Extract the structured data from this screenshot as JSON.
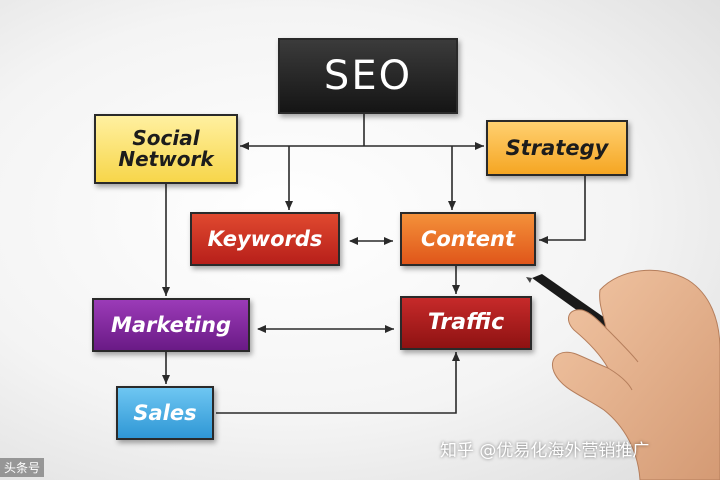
{
  "diagram": {
    "nodes": {
      "seo": "SEO",
      "social_network": "Social\nNetwork",
      "strategy": "Strategy",
      "keywords": "Keywords",
      "content": "Content",
      "marketing": "Marketing",
      "traffic": "Traffic",
      "sales": "Sales"
    },
    "edges": [
      {
        "from": "SEO",
        "to": "Social Network",
        "direction": "one-way"
      },
      {
        "from": "SEO",
        "to": "Strategy",
        "direction": "one-way"
      },
      {
        "from": "SEO",
        "to": "Keywords",
        "direction": "one-way"
      },
      {
        "from": "SEO",
        "to": "Content",
        "direction": "one-way"
      },
      {
        "from": "Strategy",
        "to": "Content",
        "direction": "one-way"
      },
      {
        "from": "Keywords",
        "to": "Content",
        "direction": "two-way"
      },
      {
        "from": "Content",
        "to": "Traffic",
        "direction": "one-way"
      },
      {
        "from": "Social Network",
        "to": "Marketing",
        "direction": "one-way"
      },
      {
        "from": "Marketing",
        "to": "Traffic",
        "direction": "two-way"
      },
      {
        "from": "Marketing",
        "to": "Sales",
        "direction": "one-way"
      },
      {
        "from": "Sales",
        "to": "Traffic",
        "direction": "one-way"
      }
    ],
    "colors": {
      "seo": "#1f1f1f",
      "social_network": "#f9dc5c",
      "strategy": "#f7b33b",
      "keywords": "#c9301f",
      "content": "#ea6f25",
      "marketing": "#7e2a9e",
      "traffic": "#a51818",
      "sales": "#45aee6",
      "connector": "#2a2a2a"
    }
  },
  "watermark": "知乎 @优易化海外营销推广",
  "corner_mark": "头条号"
}
